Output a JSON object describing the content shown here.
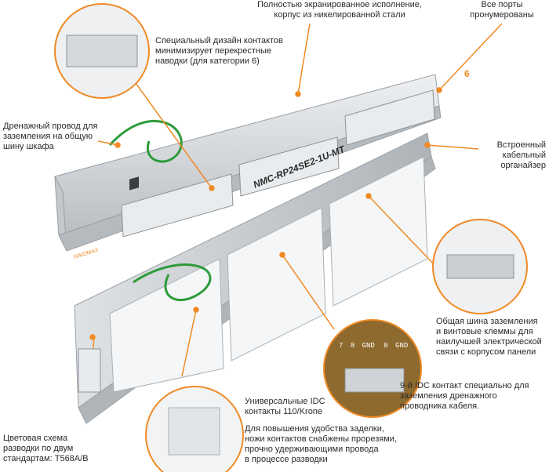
{
  "callouts": {
    "shielded": "Полностью экранированное исполнение,\nкорпус из никелированной стали",
    "numbered": "Все порты\nпронумерованы",
    "contacts": "Специальный дизайн контактов\nминимизирует перекрестные\nнаводки (для категории 6)",
    "drain": "Дренажный провод для\nзаземления на общую\nшину шкафа",
    "organizer": "Встроенный\nкабельный\nорганайзер",
    "ground_bus": "Общая шина заземления\nи винтовые клеммы для\nнаилучшей электрической\nсвязи с корпусом панели",
    "idc9": "9-й IDC контакт специально для\nзаземления дренажного\nпроводника кабеля.",
    "idc_universal": "Универсальные IDC\nконтакты 110/Krone",
    "blades": "Для повышения удобства заделки,\nножи контактов снабжены прорезями,\nпрочно удерживающими провода\nв процессе разводки",
    "color_scheme": "Цветовая схема\nразводки по двум\nстандартам: T568A/B"
  },
  "model": "NMC-RP24SE2-1U-MT",
  "brand": "NIKOMAX",
  "cat_badge": "6",
  "gnd_labels": [
    "7",
    "8",
    "GND",
    "8",
    "GND"
  ],
  "colors": {
    "accent": "#f08a24",
    "steel": "#cfd3d6",
    "wire": "#2e9b3a"
  }
}
